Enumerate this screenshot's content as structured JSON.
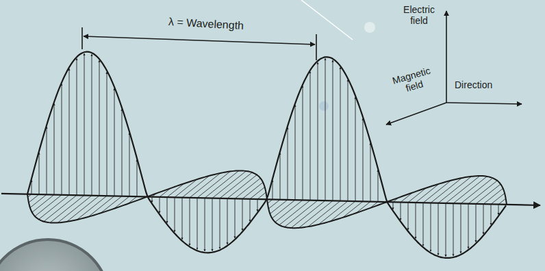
{
  "diagram": {
    "labels": [
      "λ = Wavelength",
      "Electric field",
      "Magnetic field",
      "Direction"
    ]
  }
}
